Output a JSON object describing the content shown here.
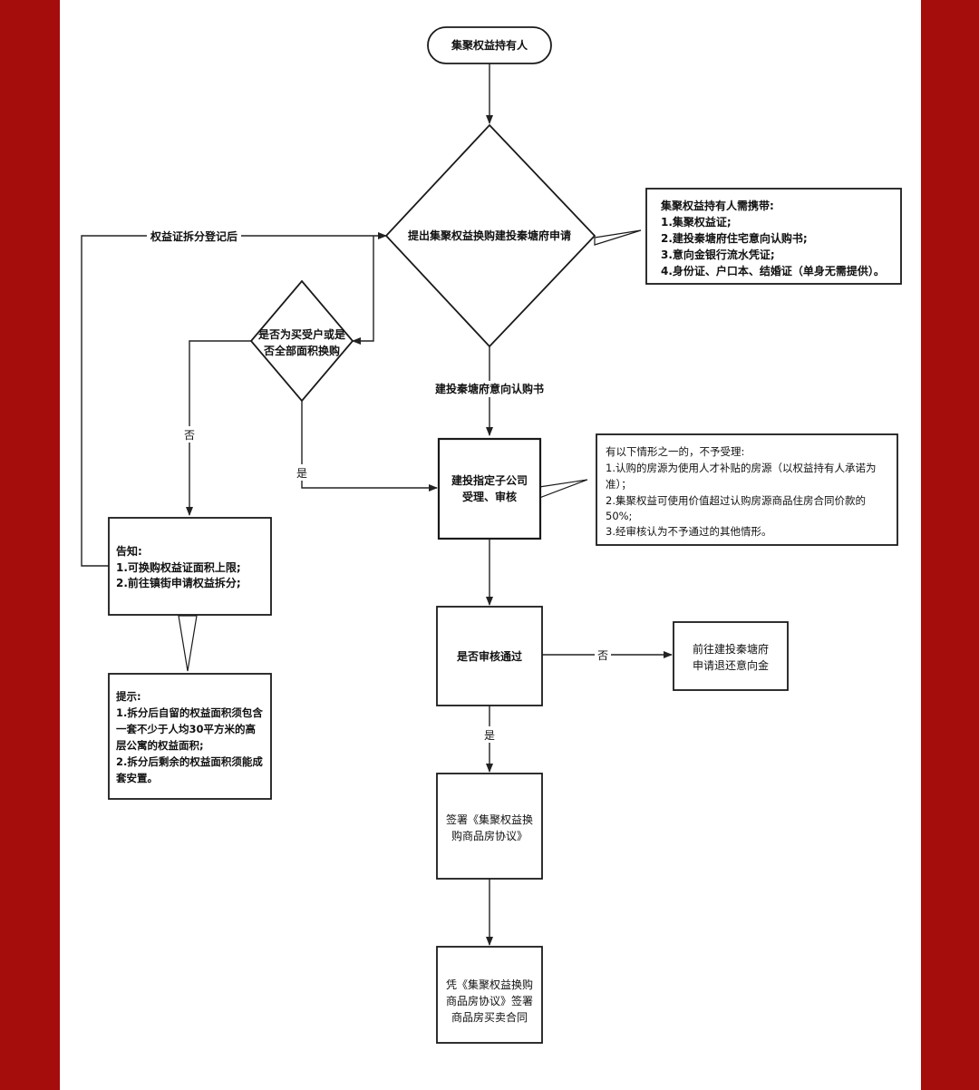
{
  "colors": {
    "frame": "#a50c0c",
    "page": "#ffffff",
    "stroke": "#1a1a1a"
  },
  "nodes": {
    "start": "集聚权益持有人",
    "apply": "提出集聚权益换购建投秦塘府申请",
    "check_full": [
      "是否为买受户或是",
      "否全部面积换购"
    ],
    "review": [
      "建投指定子公司",
      "受理、审核"
    ],
    "pass": "是否审核通过",
    "refund": [
      "前往建投秦塘府",
      "申请退还意向金"
    ],
    "sign_agreement": [
      "签署《集聚权益换",
      "购商品房协议》"
    ],
    "contract": [
      "凭《集聚权益换购",
      "商品房协议》签署",
      "商品房买卖合同"
    ]
  },
  "notes": {
    "carry": [
      "集聚权益持有人需携带:",
      "1.集聚权益证;",
      "2.建投秦塘府住宅意向认购书;",
      "3.意向金银行流水凭证;",
      "4.身份证、户口本、结婚证（单身无需提供）。"
    ],
    "reject": [
      "有以下情形之一的，不予受理:",
      "1.认购的房源为使用人才补贴的房源（以权益持有人承诺为",
      "准）；",
      "2.集聚权益可使用价值超过认购房源商品住房合同价款的",
      "50%;",
      "3.经审核认为不予通过的其他情形。"
    ],
    "inform": [
      "告知:",
      "1.可换购权益证面积上限;",
      "2.前往镇街申请权益拆分;"
    ],
    "hint": [
      "提示:",
      "1.拆分后自留的权益面积须包含",
      "一套不少于人均30平方米的高",
      "层公寓的权益面积;",
      "2.拆分后剩余的权益面积须能成",
      "套安置。"
    ]
  },
  "edges": {
    "split_return": "权益证拆分登记后",
    "intent_letter": "建投秦塘府意向认购书",
    "no_left": "否",
    "yes_check": "是",
    "no_pass": "否",
    "yes_pass": "是"
  }
}
